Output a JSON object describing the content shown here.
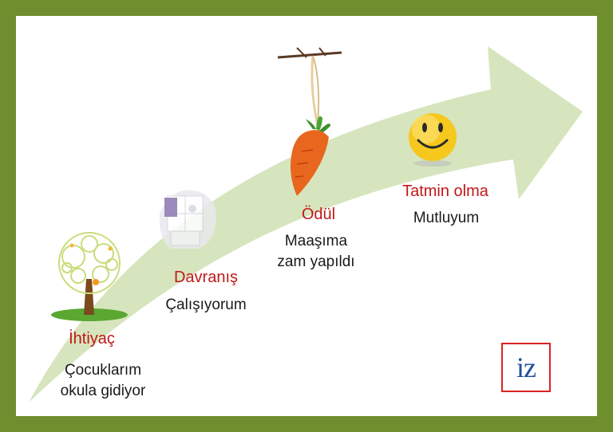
{
  "colors": {
    "frame": "#6f8f2f",
    "arrow": "#d6e5bd",
    "title": "#c01818",
    "text": "#1a1a1a",
    "logo_border": "#dd2222",
    "logo_text": "#1f4e9c"
  },
  "steps": [
    {
      "title": "İhtiyaç",
      "desc": "Çocuklarım\nokula gidiyor",
      "icon": "tree-icon"
    },
    {
      "title": "Davranış",
      "desc": "Çalışıyorum",
      "icon": "puzzle-icon"
    },
    {
      "title": "Ödül",
      "desc": "Maaşıma\nzam yapıldı",
      "icon": "carrot-on-stick-icon"
    },
    {
      "title": "Tatmin olma",
      "desc": "Mutluyum",
      "icon": "smiley-icon"
    }
  ],
  "logo": {
    "text": "iz"
  }
}
